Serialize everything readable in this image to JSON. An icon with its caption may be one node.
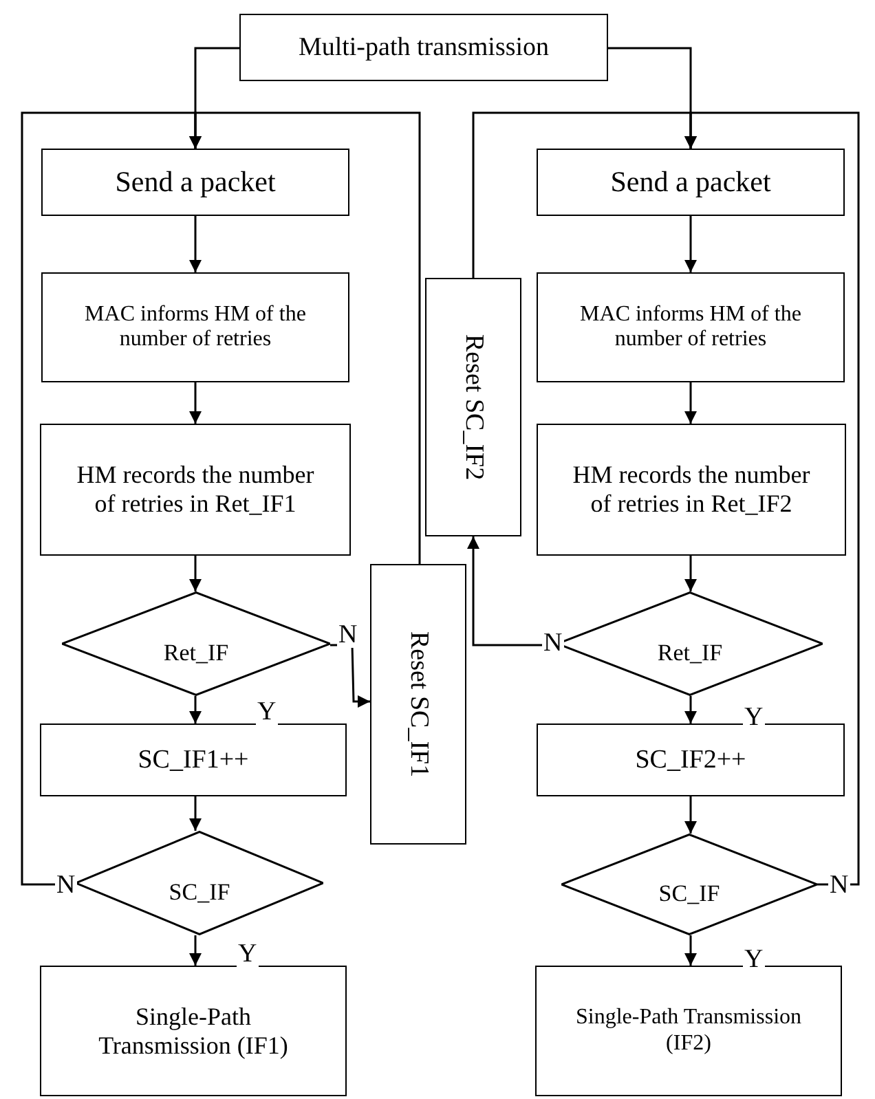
{
  "diagram": {
    "nodes": [
      {
        "text": [
          "Multi-path transmission"
        ]
      },
      {
        "text": [
          "Send a packet"
        ]
      },
      {
        "text": [
          "MAC informs HM of the number of retries"
        ]
      },
      {
        "text": [
          "HM records the number of retries in Ret_IF1"
        ]
      },
      {
        "text": [
          "Ret_IF"
        ]
      },
      {
        "text": [
          "SC_IF1++"
        ]
      },
      {
        "text": [
          "SC_IF"
        ]
      },
      {
        "text": [
          "Single-Path Transmission (IF1)"
        ]
      },
      {
        "text": [
          "Reset SC_IF1"
        ]
      },
      {
        "text": [
          "Reset SC_IF2"
        ]
      },
      {
        "text": [
          "Send a packet"
        ]
      },
      {
        "text": [
          "MAC informs HM of the number of retries"
        ]
      },
      {
        "text": [
          "HM records the number of retries in Ret_IF2"
        ]
      },
      {
        "text": [
          "Ret_IF"
        ]
      },
      {
        "text": [
          "SC_IF2++"
        ]
      },
      {
        "text": [
          "SC_IF"
        ]
      },
      {
        "text": [
          "Single-Path Transmission (IF2)"
        ]
      }
    ],
    "edges": [
      {
        "from": 0,
        "to": 1,
        "arrow": "to"
      },
      {
        "from": 0,
        "to": 10,
        "arrow": "to"
      },
      {
        "from": 1,
        "to": 2,
        "arrow": "to"
      },
      {
        "from": 2,
        "to": 3,
        "arrow": "to"
      },
      {
        "from": 3,
        "to": 4,
        "arrow": "to"
      },
      {
        "from": 4,
        "to": 5,
        "arrow": "to",
        "label": "Y"
      },
      {
        "from": 5,
        "to": 6,
        "arrow": "to"
      },
      {
        "from": 6,
        "to": 7,
        "arrow": "to",
        "label": "Y"
      },
      {
        "from": 4,
        "to": 8,
        "arrow": "to",
        "label": "N"
      },
      {
        "from": 8,
        "to": 1,
        "arrow": "to"
      },
      {
        "from": 6,
        "to": 1,
        "arrow": "to",
        "label": "N"
      },
      {
        "from": 13,
        "to": 9,
        "arrow": "to",
        "label": "N"
      },
      {
        "from": 9,
        "to": 10,
        "arrow": "to"
      },
      {
        "from": 10,
        "to": 11,
        "arrow": "to"
      },
      {
        "from": 11,
        "to": 12,
        "arrow": "to"
      },
      {
        "from": 12,
        "to": 13,
        "arrow": "to"
      },
      {
        "from": 13,
        "to": 14,
        "arrow": "to",
        "label": "Y"
      },
      {
        "from": 14,
        "to": 15,
        "arrow": "to"
      },
      {
        "from": 15,
        "to": 16,
        "arrow": "to",
        "label": "Y"
      },
      {
        "from": 15,
        "to": 10,
        "arrow": "to",
        "label": "N"
      }
    ]
  }
}
